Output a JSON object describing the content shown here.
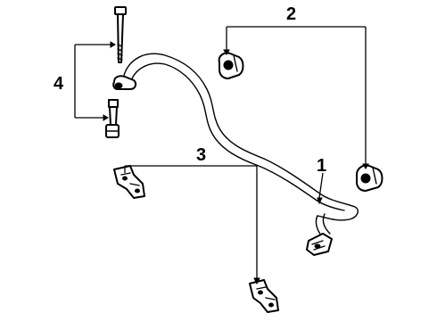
{
  "diagram": {
    "callouts": [
      {
        "id": "1",
        "label": "1",
        "part": "stabilizer-bar"
      },
      {
        "id": "2",
        "label": "2",
        "part": "bushing"
      },
      {
        "id": "3",
        "label": "3",
        "part": "bracket"
      },
      {
        "id": "4",
        "label": "4",
        "part": "link-kit"
      }
    ]
  },
  "colors": {
    "ink": "#000000",
    "background": "#ffffff"
  }
}
